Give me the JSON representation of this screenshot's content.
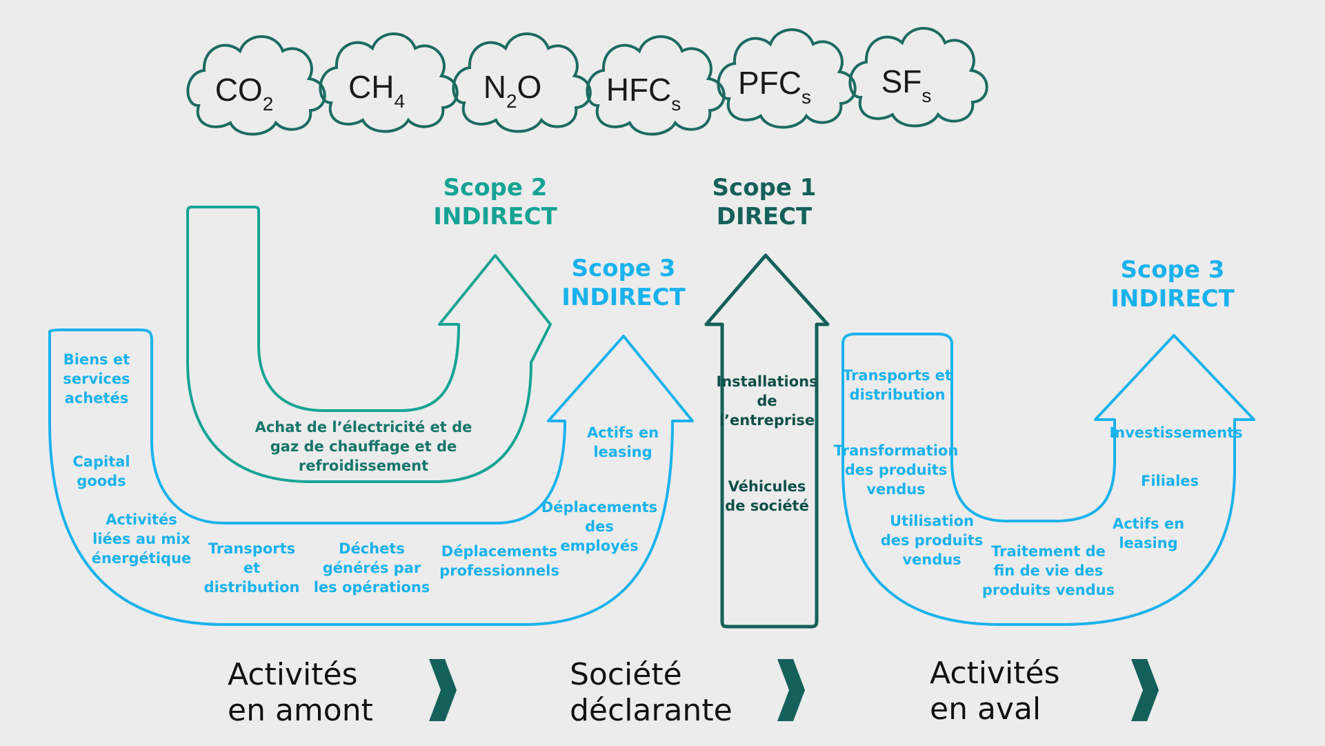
{
  "gases": [
    {
      "base": "CO",
      "sub": "2"
    },
    {
      "base": "CH",
      "sub": "4"
    },
    {
      "base": "N",
      "sub": "2",
      "tail": "O"
    },
    {
      "base": "HFC",
      "sub": "s"
    },
    {
      "base": "PFC",
      "sub": "s"
    },
    {
      "base": "SF",
      "sub": "s"
    }
  ],
  "scope2": {
    "line1": "Scope 2",
    "line2": "INDIRECT"
  },
  "scope1": {
    "line1": "Scope 1",
    "line2": "DIRECT"
  },
  "scope3_upstream": {
    "line1": "Scope 3",
    "line2": "INDIRECT"
  },
  "scope3_downstream": {
    "line1": "Scope 3",
    "line2": "INDIRECT"
  },
  "scope2_item": [
    "Achat de l’électricité et de",
    "gaz de chauffage et de",
    "refroidissement"
  ],
  "scope1_items": {
    "installations": [
      "Installations",
      "de",
      "l’entreprise"
    ],
    "vehicules": [
      "Véhicules",
      "de société"
    ]
  },
  "upstream_items": {
    "biens": [
      "Biens et",
      "services",
      "achetés"
    ],
    "capital": [
      "Capital",
      "goods"
    ],
    "activites_energie": [
      "Activités",
      "liées au mix",
      "énergétique"
    ],
    "transports": [
      "Transports",
      "et",
      "distribution"
    ],
    "dechets": [
      "Déchets",
      "générés par",
      "les opérations"
    ],
    "deplacements_pro": [
      "Déplacements",
      "professionnels"
    ],
    "deplacements_employes": [
      "Déplacements",
      "des",
      "employés"
    ],
    "actifs_leasing": [
      "Actifs en",
      "leasing"
    ]
  },
  "downstream_items": {
    "transports": [
      "Transports et",
      "distribution"
    ],
    "transformation": [
      "Transformation",
      "des produits",
      "vendus"
    ],
    "utilisation": [
      "Utilisation",
      "des produits",
      "vendus"
    ],
    "traitement": [
      "Traitement de",
      "fin de vie des",
      "produits vendus"
    ],
    "actifs_leasing": [
      "Actifs en",
      "leasing"
    ],
    "filiales": [
      "Filiales"
    ],
    "investissements": [
      "Investissements"
    ]
  },
  "stages": [
    {
      "line1": "Activités",
      "line2": "en amont"
    },
    {
      "line1": "Société",
      "line2": "déclarante"
    },
    {
      "line1": "Activités",
      "line2": "en aval"
    }
  ],
  "colors": {
    "scope1": "#14605a",
    "scope2": "#16a394",
    "scope3": "#1ab2ec",
    "background": "#ececec"
  }
}
